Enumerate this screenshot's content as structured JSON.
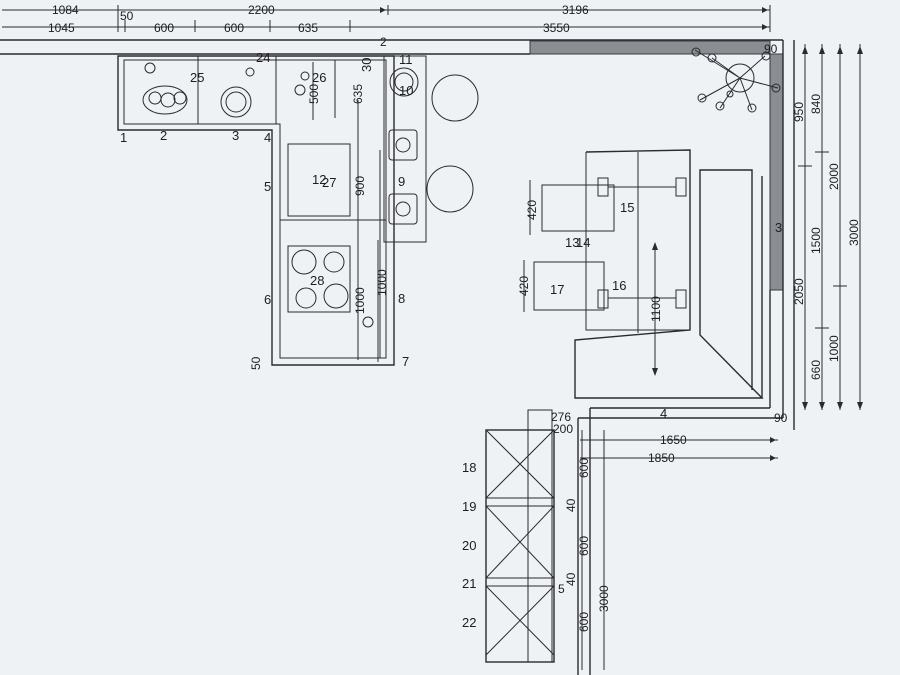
{
  "dimensions": {
    "top_row1": [
      "1084",
      "2200",
      "3196"
    ],
    "top_row2": [
      "50",
      "1045",
      "600",
      "600",
      "635",
      "3550"
    ],
    "wall_top": "2",
    "right_col1": [
      "950",
      "2050"
    ],
    "right_col2": [
      "840",
      "1500",
      "660"
    ],
    "right_col3": [
      "2000",
      "1000"
    ],
    "right_col4": [
      "3000"
    ],
    "corner_top": "90",
    "corner_bottom": "90",
    "kitchen_inner": [
      "500",
      "635",
      "900",
      "1000",
      "1000",
      "50"
    ],
    "island": [
      "420",
      "420",
      "1100"
    ],
    "bottom": [
      "276",
      "200",
      "1650",
      "1850",
      "600",
      "40",
      "600",
      "40",
      "600",
      "3000",
      "5"
    ]
  },
  "labels": {
    "counter_numbers": [
      "1",
      "2",
      "3",
      "4",
      "5",
      "6",
      "7",
      "8",
      "9",
      "10",
      "11"
    ],
    "items": [
      "24",
      "25",
      "26",
      "27",
      "28",
      "30",
      "12",
      "13",
      "14",
      "15",
      "16",
      "17"
    ],
    "side": "3",
    "wall_bottom": "4",
    "shelf_numbers": [
      "18",
      "19",
      "20",
      "21",
      "22"
    ]
  }
}
